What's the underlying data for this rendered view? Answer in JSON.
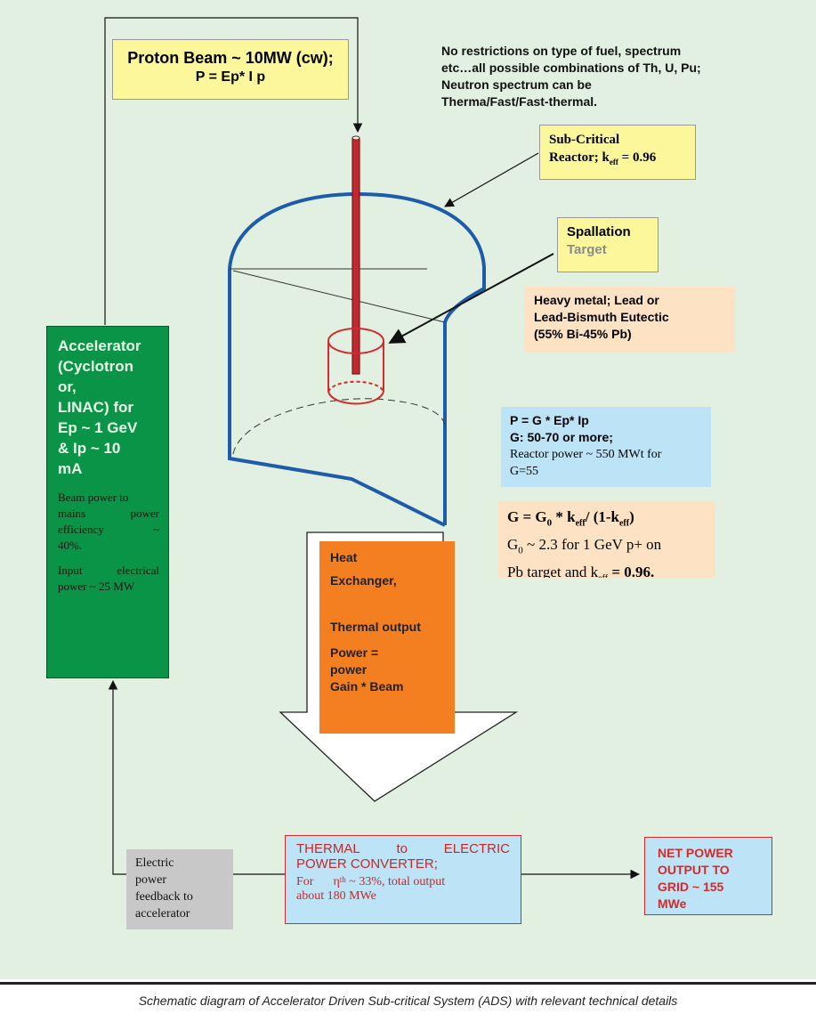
{
  "proton_beam": {
    "line1": "Proton Beam ~ 10MW (cw);",
    "line2": "P = Ep* I p"
  },
  "fuel_note": {
    "line1": "No restrictions on type of fuel, spectrum",
    "line2": "etc…all possible combinations of Th, U, Pu;",
    "line3": "Neutron spectrum  can be",
    "line4": "Therma/Fast/Fast-thermal."
  },
  "subcritical": {
    "line1": "Sub-Critical",
    "line2_pre": "Reactor; k",
    "sub": "eff",
    "line2_post": " = 0.96"
  },
  "spallation": {
    "line1": "Spallation",
    "line2": "Target"
  },
  "heavy_metal": {
    "line1": "Heavy metal; Lead or",
    "line2": "Lead-Bismuth Eutectic",
    "line3": "(55% Bi-45% Pb)"
  },
  "accelerator": {
    "l1": "Accelerator",
    "l2": "(Cyclotron",
    "l3": "or,",
    "l4": "LINAC) for",
    "l5": "Ep ~ 1 GeV",
    "l6": "& Ip ~ 10",
    "l7": "mA",
    "d1": "Beam power to",
    "d2": "mains power",
    "d3": "efficiency ~",
    "d4": "40%.",
    "d5": "Input electrical",
    "d6": "power ~ 25 MW"
  },
  "power_eq": {
    "l1": "P = G * Ep* Ip",
    "l2": "G: 50-70 or more;",
    "l3": "Reactor power ~ 550 MWt for",
    "l4": "G=55"
  },
  "gain_eq": {
    "l1a": "G = G",
    "l1s": "0",
    "l1b": " * k",
    "l1s2": "eff",
    "l1c": "/ (1-k",
    "l1s3": "eff",
    "l1d": ")",
    "l2a": "G",
    "l2s": "0",
    "l2b": " ~ 2.3 for 1 GeV p+ on",
    "l3a": "Pb target and k",
    "l3s": "eff",
    "l3b": " = 0.96."
  },
  "heat_exchanger": {
    "l1": "Heat",
    "l2": "Exchanger,",
    "l3": "Thermal output",
    "l4": "Power =",
    "l5": "power",
    "l6": "Gain * Beam"
  },
  "converter": {
    "l1a": "THERMAL",
    "l1b": "to",
    "l1c": "ELECTRIC",
    "l2": "POWER CONVERTER;",
    "l3a": "For",
    "l3sym": "η",
    "l3sub": "th",
    "l3b": " ~ 33%, total output",
    "l4": "about 180 MWe"
  },
  "feedback": {
    "l1": "Electric",
    "l2": "power",
    "l3": "feedback to",
    "l4": "accelerator"
  },
  "net_power": {
    "l1": "NET POWER",
    "l2": "OUTPUT TO",
    "l3": "GRID ~ 155",
    "l4": "MWe"
  },
  "caption": "Schematic diagram of Accelerator Driven Sub-critical System (ADS) with relevant technical details",
  "colors": {
    "background": "#e2f0e2",
    "yellow_box": "#fbf79a",
    "peach_box": "#fde3c4",
    "blue_box": "#bde3f7",
    "green_box": "#0a9447",
    "orange_box": "#f47f20",
    "grey_box": "#c8c8c8",
    "vessel": "#1c5cab",
    "beam": "#c0292f",
    "net_red": "#d42a2a"
  }
}
